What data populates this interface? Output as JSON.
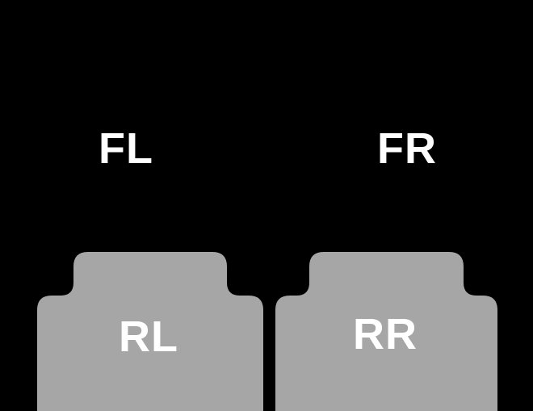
{
  "diagram": {
    "subject": "car-floor-mat-positions",
    "labels": {
      "front_left": "FL",
      "front_right": "FR",
      "rear_left": "RL",
      "rear_right": "RR"
    }
  },
  "colors": {
    "background": "#000000",
    "mat_fill": "#a6a6a6",
    "label_text": "#ffffff"
  }
}
